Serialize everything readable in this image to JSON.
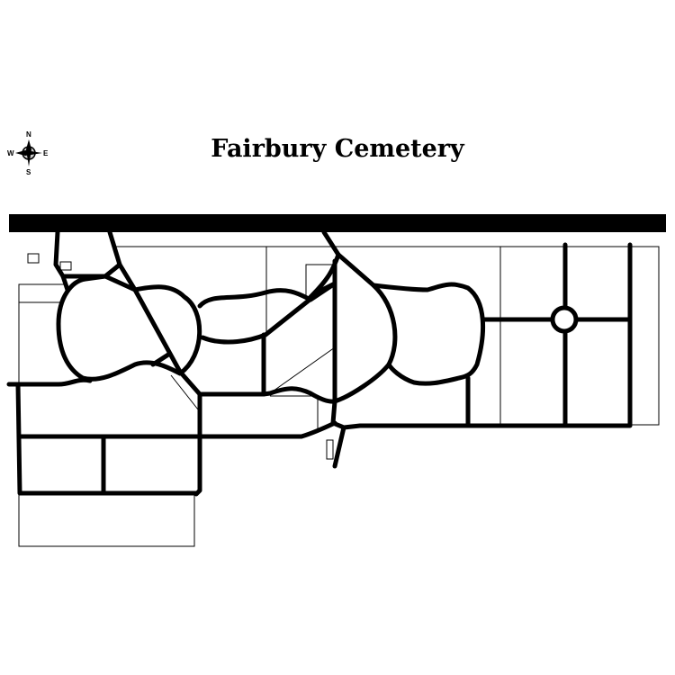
{
  "map": {
    "title": "Fairbury Cemetery",
    "compass": {
      "north": "N",
      "south": "S",
      "east": "E",
      "west": "W"
    }
  }
}
